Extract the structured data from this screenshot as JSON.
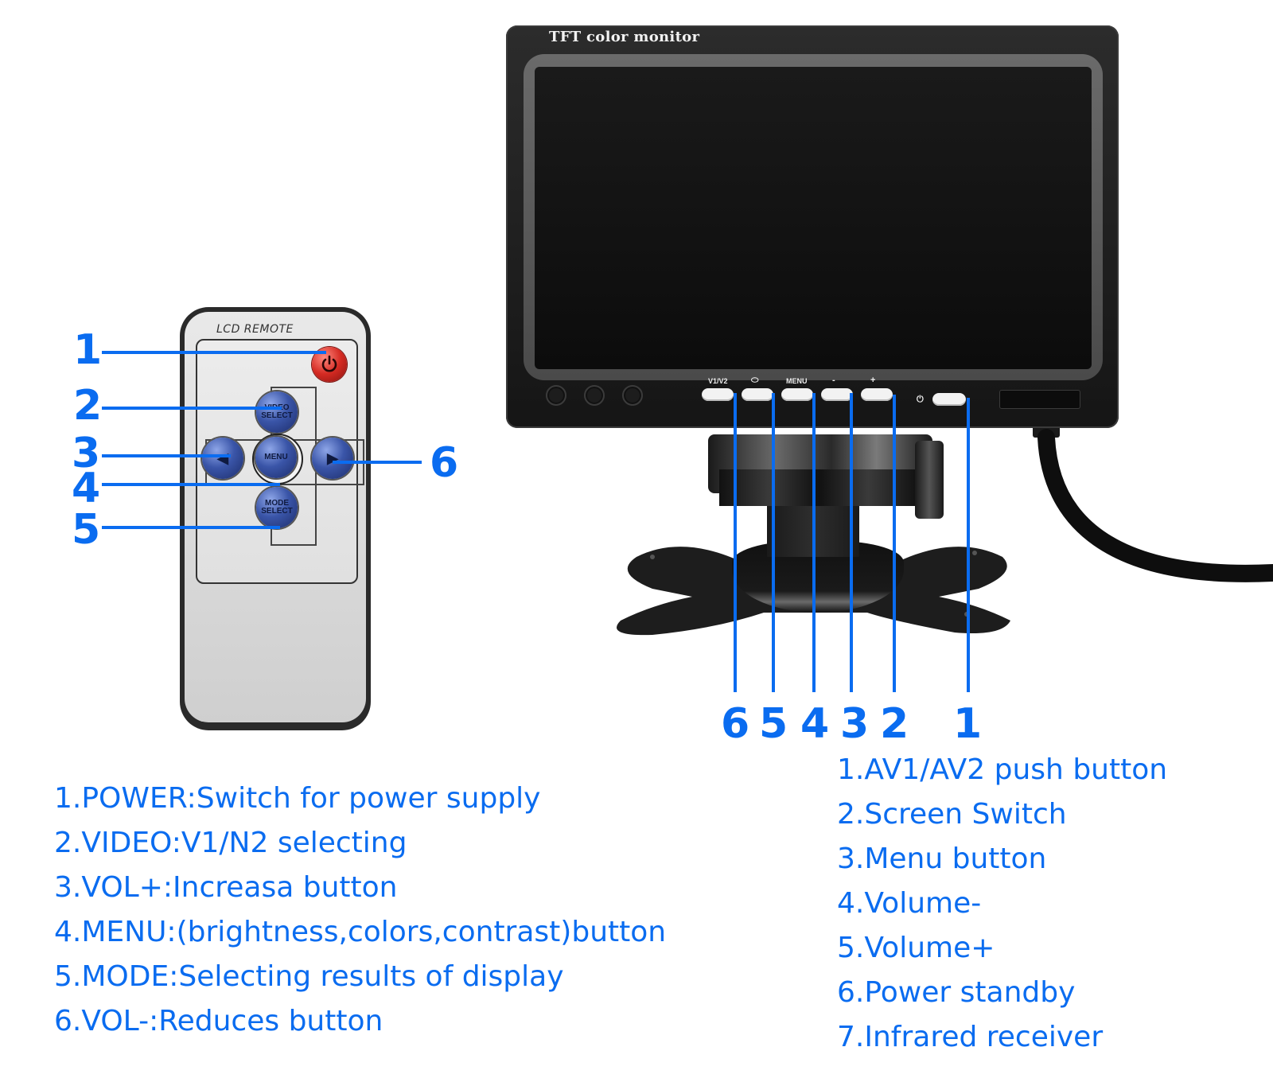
{
  "remote": {
    "title": "LCD REMOTE",
    "buttons": {
      "power": "power",
      "video_select": "VIDEO SELECT",
      "left": "◀",
      "menu": "MENU",
      "right": "▶",
      "mode_select": "MODE SELECT"
    },
    "callouts": [
      "1",
      "2",
      "3",
      "4",
      "5",
      "6"
    ]
  },
  "monitor": {
    "title": "TFT color monitor",
    "button_labels": [
      "V1/V2",
      "⬭",
      "MENU",
      "-",
      "+",
      "⏻"
    ],
    "callouts": [
      "6",
      "5",
      "4",
      "3",
      "2",
      "1"
    ]
  },
  "remote_descriptions": [
    "1.POWER:Switch for power supply",
    "2.VIDEO:V1/N2 selecting",
    "3.VOL+:Increasa button",
    "4.MENU:(brightness,colors,contrast)button",
    "5.MODE:Selecting results of display",
    "6.VOL-:Reduces button"
  ],
  "monitor_descriptions": [
    "1.AV1/AV2 push button",
    "2.Screen Switch",
    "3.Menu button",
    "4.Volume-",
    "5.Volume+",
    "6.Power standby",
    "7.Infrared receiver"
  ],
  "colors": {
    "callout_blue": "#0a6cf0"
  }
}
